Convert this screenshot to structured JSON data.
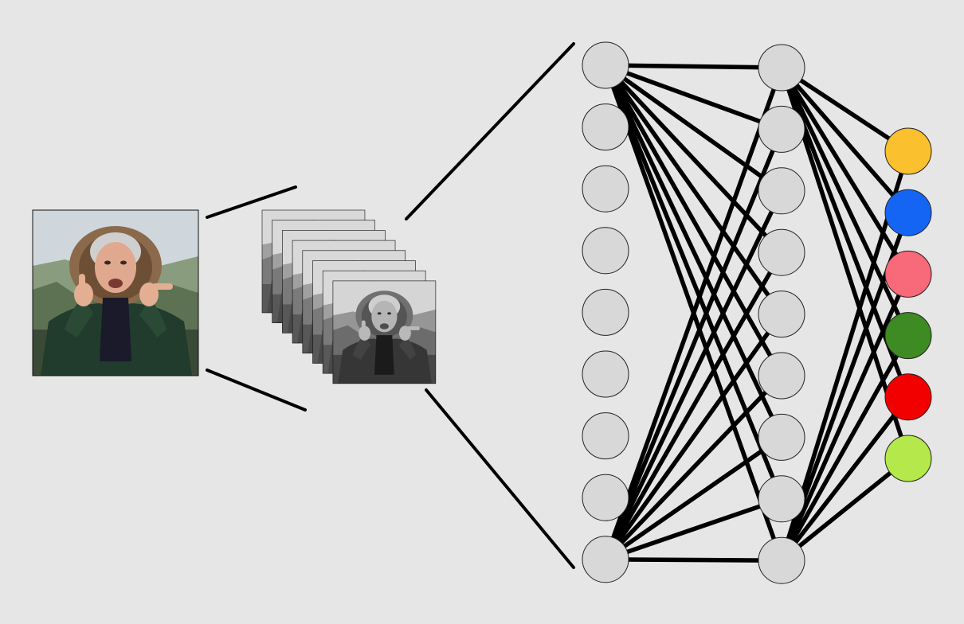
{
  "diagram": {
    "input_photo": {
      "name": "input-photo",
      "color_mode": "color"
    },
    "feature_maps": {
      "count": 8,
      "color_mode": "grayscale"
    },
    "layers": [
      {
        "name": "input-layer",
        "node_count": 9,
        "node_color": "#d8d8d8"
      },
      {
        "name": "hidden-layer",
        "node_count": 9,
        "node_color": "#d8d8d8"
      },
      {
        "name": "output-layer",
        "node_count": 6,
        "node_colors": [
          "#fbc02d",
          "#1565f5",
          "#f8697a",
          "#3d8b22",
          "#f20000",
          "#b5e84a"
        ]
      }
    ],
    "colors": {
      "background": "#e6e6e6",
      "edge": "#000000",
      "node_stroke": "#222222"
    }
  }
}
